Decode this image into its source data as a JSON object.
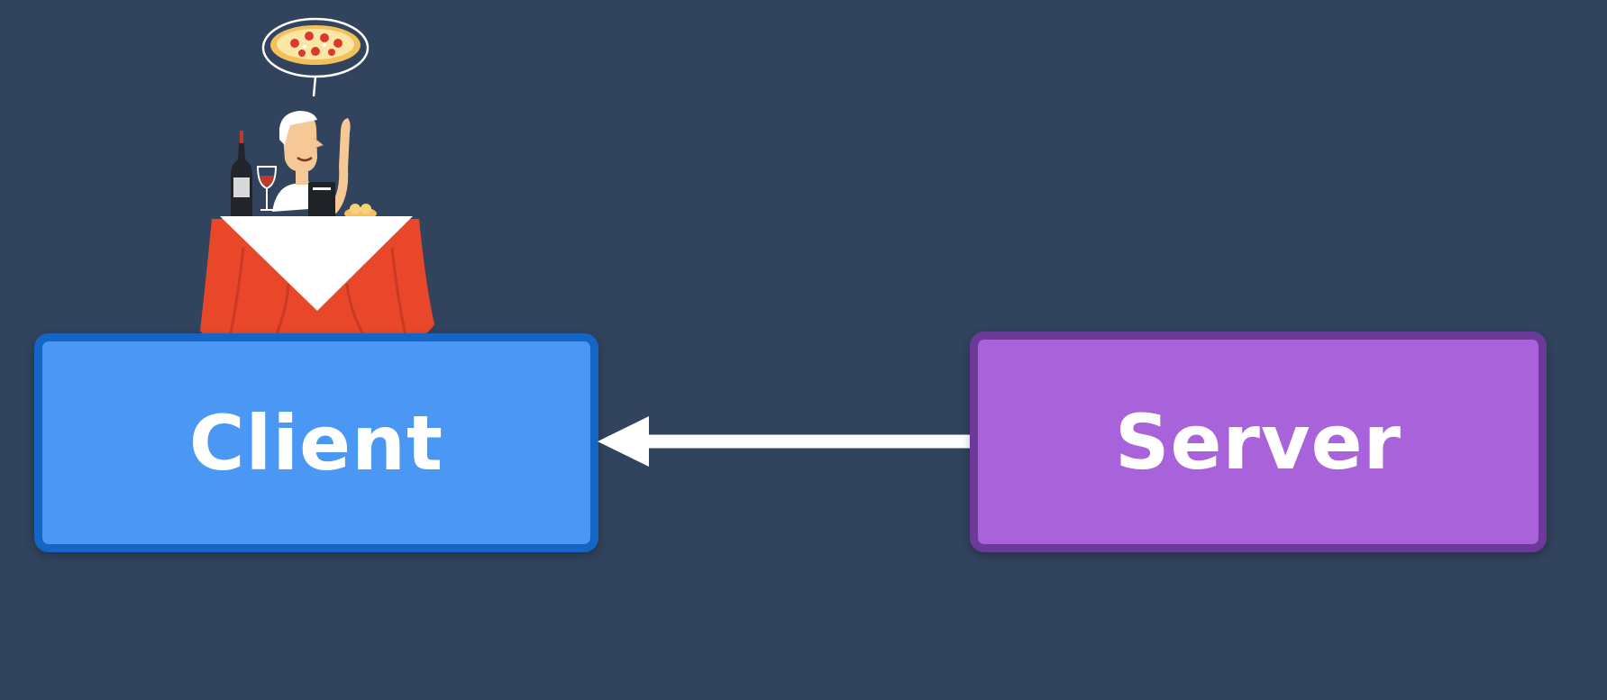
{
  "diagram": {
    "nodes": [
      {
        "id": "client",
        "label": "Client",
        "fill": "#4a98f4",
        "border": "#1565c4"
      },
      {
        "id": "server",
        "label": "Server",
        "fill": "#a862da",
        "border": "#6b3a98"
      }
    ],
    "edges": [
      {
        "from": "server",
        "to": "client",
        "style": "arrow",
        "color": "#ffffff"
      }
    ],
    "background": "#31435d"
  },
  "illustration": {
    "icon": "diner-at-table-ordering-pizza-icon",
    "colors": {
      "tablecloth": "#e9472a",
      "napkin": "#ffffff",
      "skin": "#f6c896",
      "pizza_crust": "#f2c15b",
      "pepperoni": "#d93a2b"
    }
  }
}
